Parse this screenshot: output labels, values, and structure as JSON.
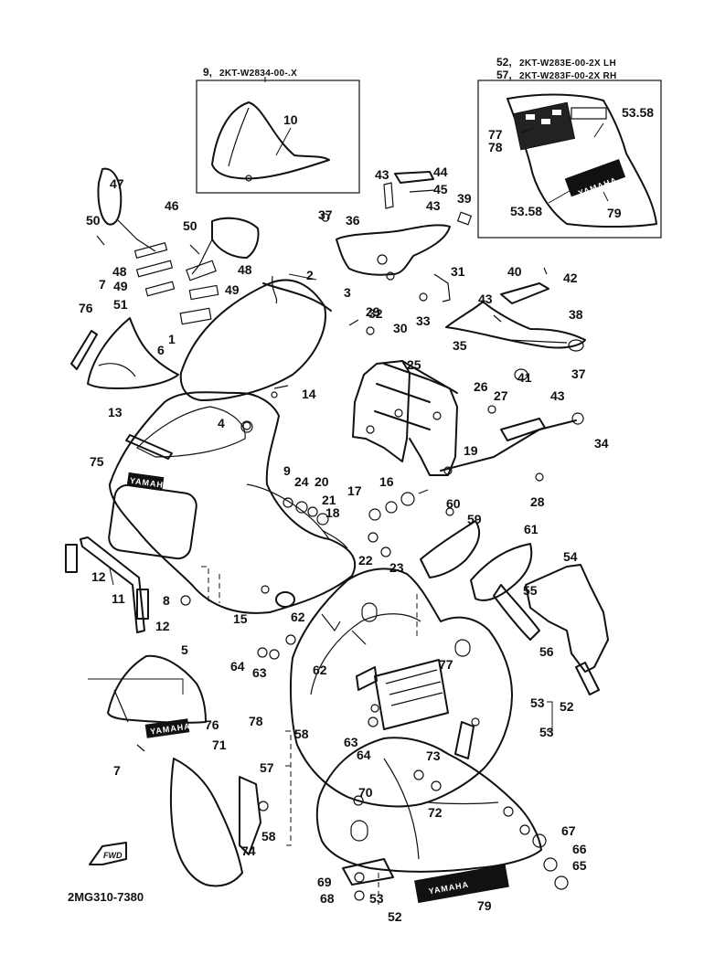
{
  "diagram": {
    "drawing_code": "2MG310-7380",
    "header_left": {
      "number": "9,",
      "code": "2KT-W2834-00-.X"
    },
    "header_right": {
      "line1_number": "52,",
      "line1_code": "2KT-W283E-00-2X LH",
      "line2_number": "57,",
      "line2_code": "2KT-W283F-00-2X RH"
    },
    "fwd_label": "FWD",
    "badge_text": "YAMAHA",
    "callouts": [
      "10",
      "77",
      "78",
      "53.58",
      "53.58",
      "79",
      "47",
      "46",
      "50",
      "50",
      "48",
      "48",
      "49",
      "49",
      "51",
      "7",
      "76",
      "6",
      "2",
      "1",
      "3",
      "14",
      "13",
      "4",
      "75",
      "9",
      "24",
      "20",
      "21",
      "12",
      "11",
      "12",
      "8",
      "15",
      "5",
      "76",
      "7",
      "71",
      "43",
      "44",
      "45",
      "43",
      "39",
      "37",
      "36",
      "31",
      "29",
      "30",
      "32",
      "33",
      "40",
      "42",
      "43",
      "38",
      "35",
      "37",
      "25",
      "26",
      "27",
      "41",
      "43",
      "34",
      "19",
      "16",
      "17",
      "18",
      "28",
      "60",
      "59",
      "61",
      "22",
      "23",
      "54",
      "55",
      "56",
      "62",
      "64",
      "63",
      "62",
      "77",
      "53",
      "52",
      "53",
      "73",
      "72",
      "70",
      "57",
      "58",
      "58",
      "74",
      "78",
      "63",
      "64",
      "67",
      "66",
      "65",
      "69",
      "68",
      "53",
      "52",
      "79"
    ]
  }
}
